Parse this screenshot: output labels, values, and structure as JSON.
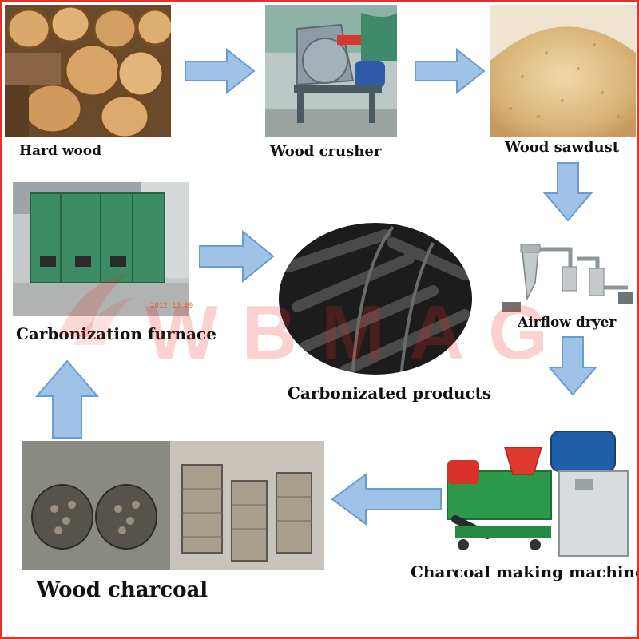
{
  "watermark": {
    "text": "WBMAG"
  },
  "stamp": {
    "date": "2012 10 09"
  },
  "steps": {
    "hard_wood": "Hard wood",
    "wood_crusher": "Wood crusher",
    "wood_sawdust": "Wood sawdust",
    "airflow_dryer": "Airflow dryer",
    "charcoal_machine": "Charcoal making machine",
    "wood_charcoal": "Wood charcoal",
    "carbonization_furnace": "Carbonization furnace",
    "carbonizated_products": "Carbonizated products"
  },
  "colors": {
    "arrow_fill": "#9ec3e6",
    "arrow_stroke": "#6a9ccf",
    "border": "#e0322a",
    "watermark": "#e62828"
  }
}
